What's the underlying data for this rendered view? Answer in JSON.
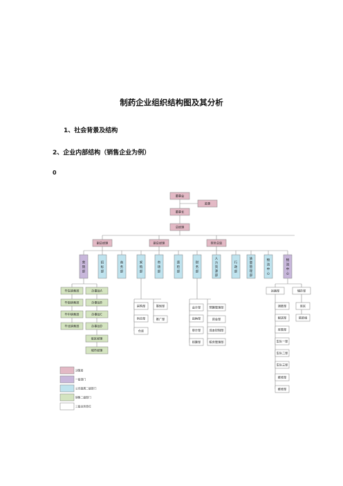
{
  "doc": {
    "title": "制药企业组织结构图及其分析",
    "section1": "1、社会背景及结构",
    "section2": "2、企业内部结构（销售企业为例）",
    "marker": "0"
  },
  "colors": {
    "pink": "#e3b9c5",
    "purple": "#c8b7db",
    "blue": "#bfe3ee",
    "green": "#d4e4c0",
    "white": "#ffffff",
    "line": "#8c8c8c"
  },
  "org": {
    "board": "董事会",
    "supervisor": "监事",
    "chairman": "董事长",
    "president": "总经理",
    "vps": [
      "副总经理",
      "副总经理",
      "财务总监"
    ],
    "departments": [
      "营销部",
      "招标部",
      "商务部",
      "采购部",
      "市场部",
      "质检部",
      "财务部",
      "人力资源部",
      "行政部",
      "质量管理部",
      "物流中心"
    ],
    "sales_units": [
      "华东销售部",
      "华南销售部",
      "华中销售部",
      "华北销售部"
    ],
    "office_units": [
      "办事处A",
      "办事处B",
      "办事处C",
      "办事处D",
      "省区经理",
      "城市经理"
    ],
    "procure_units": [
      "采购部",
      "供应部",
      "仓库"
    ],
    "mkt_units": [
      "策划部",
      "推广部"
    ],
    "finance_units": [
      "会计部",
      "出纳部",
      "审计部",
      "核算部"
    ],
    "finance_units2": [
      "预算管理部",
      "资金部",
      "成本控制部",
      "税务管理部"
    ],
    "logistics_heads": [
      "运输部",
      "储存部"
    ],
    "logistics_units": [
      "调度部",
      "配送部",
      "库管部",
      "车队一部",
      "车队二部",
      "车队三部",
      "维修部"
    ],
    "logistics_units2": [
      "库区",
      "装卸组"
    ]
  },
  "legend": [
    "决策层",
    "一级部门",
    "公司直属二级部门",
    "销售二级部门",
    "三级业务单位"
  ]
}
